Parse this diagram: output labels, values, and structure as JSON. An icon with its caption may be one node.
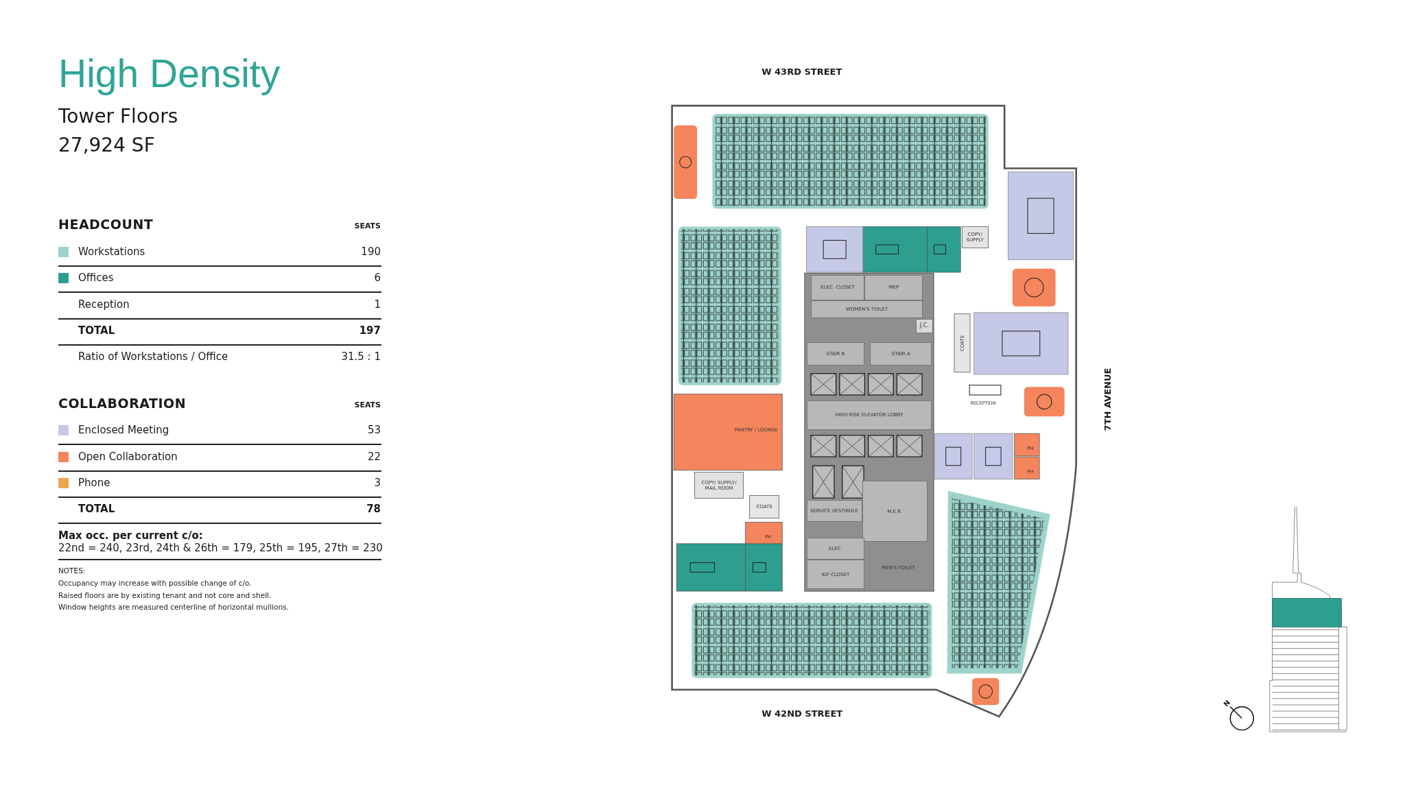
{
  "diagram": {
    "title": "High Density",
    "nodes": [
      {
        "text": [
          "COPY/ SUPPLY"
        ]
      },
      {
        "text": [
          "ELEC. CLOSET"
        ]
      },
      {
        "text": [
          "MEP"
        ]
      },
      {
        "text": [
          "WOMEN'S TOILET"
        ]
      },
      {
        "text": [
          "J.C."
        ]
      },
      {
        "text": [
          "STAIR B"
        ]
      },
      {
        "text": [
          "STAIR A"
        ]
      },
      {
        "text": [
          "HIGH RISE ELEVATOR LOBBY"
        ]
      },
      {
        "text": [
          "PANTRY / LOUNGE"
        ]
      },
      {
        "text": [
          "COPY/ SUPPLY/ MAIL ROOM"
        ]
      },
      {
        "text": [
          "COATS"
        ]
      },
      {
        "text": [
          "PH."
        ]
      },
      {
        "text": [
          "SERVICE VESTIBULE"
        ]
      },
      {
        "text": [
          "M.E.R."
        ]
      },
      {
        "text": [
          "ELEC."
        ]
      },
      {
        "text": [
          "IDF CLOSET"
        ]
      },
      {
        "text": [
          "MEN'S TOILET"
        ]
      },
      {
        "text": [
          "COATS"
        ]
      },
      {
        "text": [
          "PH"
        ]
      },
      {
        "text": [
          "PH"
        ]
      }
    ],
    "labels": [
      "Tower Floors",
      "27,924 SF",
      "HEADCOUNT",
      "SEATS",
      "190",
      "6",
      "Reception",
      "1",
      "TOTAL",
      "197",
      "Ratio of Workstations / Office",
      "31.5 : 1",
      "COLLABORATION",
      "SEATS",
      "53",
      "22",
      "3",
      "TOTAL",
      "78",
      "Max occ. per current c/o:",
      "22nd = 240, 23rd, 24th & 26th = 179, 25th = 195, 27th = 230",
      "NOTES:",
      "Occupancy may increase with possible change of c/o.",
      "Raised floors are by existing tenant and not core and shell.",
      "Window heights are measured centerline of horizontal mullions.",
      "W 43RD STREET",
      "RECEPTION",
      "7TH AVENUE",
      "W 42ND STREET",
      "N"
    ],
    "legend": [
      {
        "text": "Workstations",
        "color": "#9ed3cb"
      },
      {
        "text": "Offices",
        "color": "#2e9e8f"
      },
      {
        "text": "Enclosed Meeting",
        "color": "#c6c8e8"
      },
      {
        "text": "Open Collaboration",
        "color": "#f5855c"
      },
      {
        "text": "Phone",
        "color": "#eaa84e"
      }
    ]
  }
}
